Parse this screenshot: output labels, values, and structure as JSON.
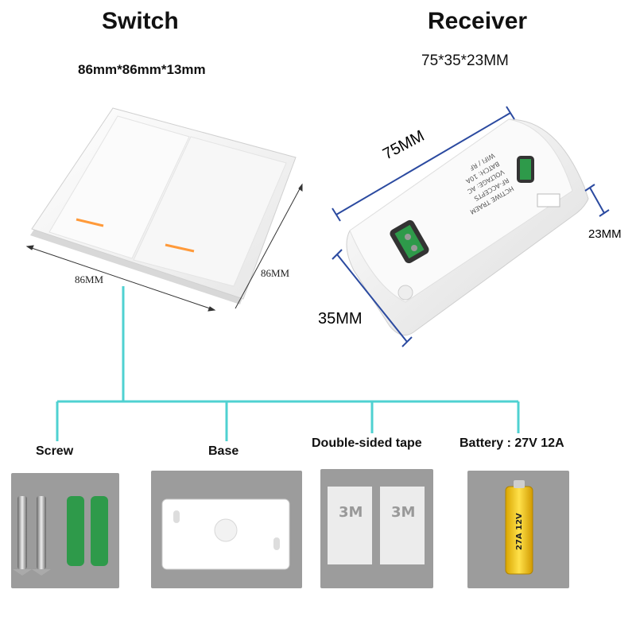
{
  "switch": {
    "title": "Switch",
    "size": "86mm*86mm*13mm",
    "dim_width": "86MM",
    "dim_depth": "86MM"
  },
  "receiver": {
    "title": "Receiver",
    "size": "75*35*23MM",
    "dim_length": "75MM",
    "dim_width": "35MM",
    "dim_height": "23MM",
    "label_lines": [
      "HCTIWE TRAEM",
      "RF-ACCEPTS",
      "VOLTAGE: AC",
      "BATCH: 10A",
      "WIFI / RF"
    ]
  },
  "accessories": [
    {
      "name": "Screw"
    },
    {
      "name": "Base"
    },
    {
      "name": "Double-sided tape",
      "brand": "3M"
    },
    {
      "name": "Battery : 27V 12A",
      "battery_text": "27A 12V"
    }
  ],
  "colors": {
    "connector": "#4fd1d1",
    "dimension": "#2b4aa0",
    "panel": "#9c9c9c",
    "battery_yellow": "#f2c40f",
    "green": "#2e9a4a"
  }
}
